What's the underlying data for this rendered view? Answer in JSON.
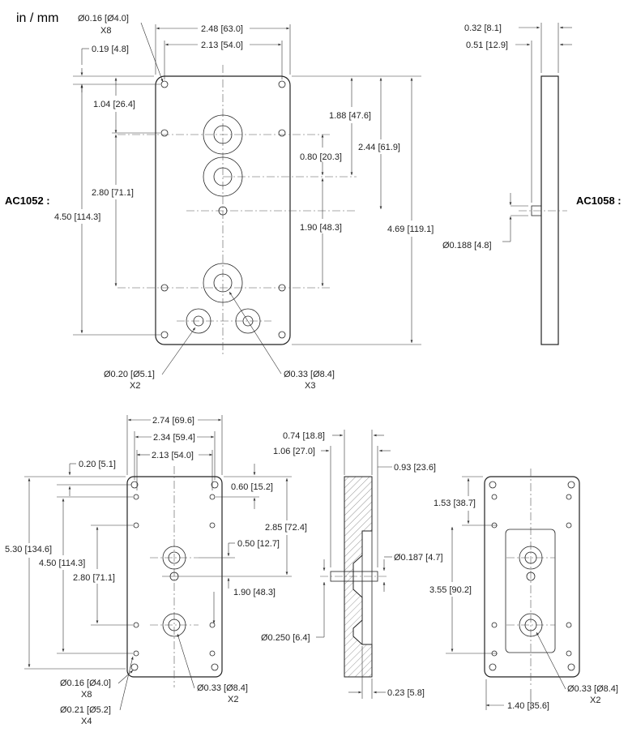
{
  "units": "in / mm",
  "models": {
    "a": "AC1052 :",
    "b": "AC1058 :"
  },
  "top_front": {
    "hole_small": "Ø0.16 [Ø4.0]",
    "hole_small_qty": "X8",
    "width_outer": "2.48 [63.0]",
    "width_holes": "2.13 [54.0]",
    "edge_offset": "0.19 [4.8]",
    "dim_1_04": "1.04 [26.4]",
    "dim_2_80": "2.80 [71.1]",
    "dim_4_50": "4.50 [114.3]",
    "dim_1_88": "1.88 [47.6]",
    "dim_0_80": "0.80 [20.3]",
    "dim_2_44": "2.44 [61.9]",
    "dim_1_90": "1.90 [48.3]",
    "dim_4_69": "4.69 [119.1]",
    "hole_020": "Ø0.20 [Ø5.1]",
    "hole_020_qty": "X2",
    "hole_033": "Ø0.33 [Ø8.4]",
    "hole_033_qty": "X3"
  },
  "top_side": {
    "dim_0_32": "0.32 [8.1]",
    "dim_0_51": "0.51 [12.9]",
    "dim_0_188": "Ø0.188 [4.8]"
  },
  "bottom_front": {
    "dim_2_74": "2.74 [69.6]",
    "dim_2_34": "2.34 [59.4]",
    "dim_2_13": "2.13 [54.0]",
    "dim_0_20": "0.20 [5.1]",
    "dim_0_60": "0.60 [15.2]",
    "dim_2_85": "2.85 [72.4]",
    "dim_0_50": "0.50 [12.7]",
    "dim_1_90": "1.90 [48.3]",
    "dim_5_30": "5.30 [134.6]",
    "dim_4_50": "4.50 [114.3]",
    "dim_2_80": "2.80 [71.1]",
    "hole_016": "Ø0.16 [Ø4.0]",
    "hole_016_qty": "X8",
    "hole_021": "Ø0.21 [Ø5.2]",
    "hole_021_qty": "X4",
    "hole_033": "Ø0.33 [Ø8.4]",
    "hole_033_qty": "X2"
  },
  "bottom_section": {
    "dim_0_74": "0.74 [18.8]",
    "dim_1_06": "1.06 [27.0]",
    "dim_0_93": "0.93 [23.6]",
    "dim_0_187": "Ø0.187 [4.7]",
    "dim_0_250": "Ø0.250 [6.4]",
    "dim_0_23": "0.23 [5.8]"
  },
  "bottom_rear": {
    "dim_1_53": "1.53 [38.7]",
    "dim_3_55": "3.55 [90.2]",
    "dim_1_40": "1.40 [35.6]",
    "hole_033": "Ø0.33 [Ø8.4]",
    "hole_033_qty": "X2"
  }
}
